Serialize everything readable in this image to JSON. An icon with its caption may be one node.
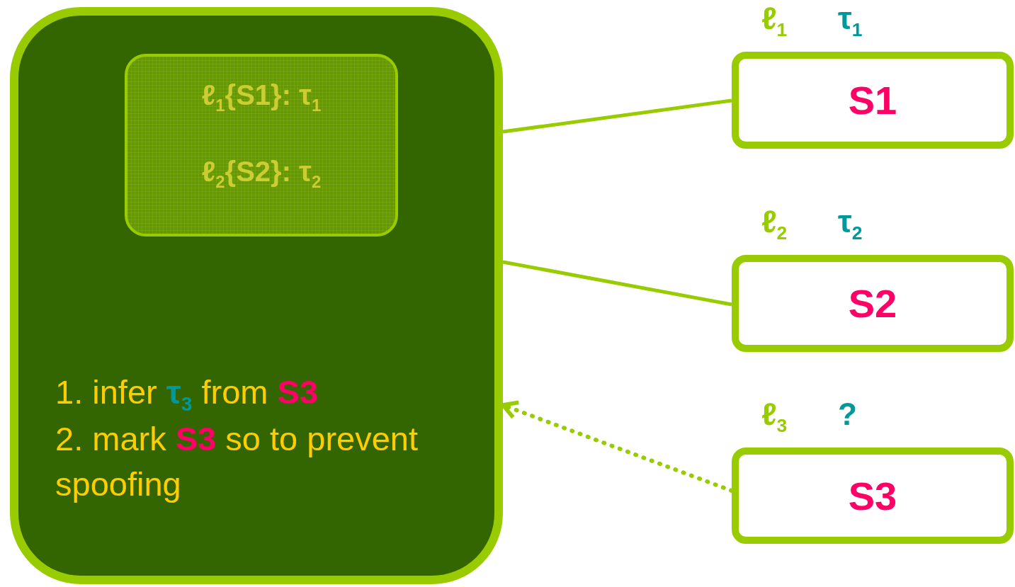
{
  "diagram": {
    "nodes": [
      {
        "text": [
          "1. infer **τ$_{3}$** from **S3**",
          "2. mark **S3** so to prevent spoofing"
        ]
      },
      {
        "text": [
          "ℓ$_{1}${S1}: τ$_{1}$",
          "ℓ$_{2}${S2}: τ$_{2}$"
        ],
        "in": 0
      },
      {
        "text": [
          "S1"
        ],
        "beside": [
          "ℓ$_{1}$",
          "τ$_{1}$"
        ]
      },
      {
        "text": [
          "S2"
        ],
        "beside": [
          "ℓ$_{2}$",
          "τ$_{2}$"
        ]
      },
      {
        "text": [
          "S3"
        ],
        "beside": [
          "ℓ$_{3}$",
          "?"
        ]
      }
    ],
    "edges": [
      {
        "from": 0,
        "to": 2,
        "arrow": "none"
      },
      {
        "from": 0,
        "to": 3,
        "arrow": "none"
      },
      {
        "from": 4,
        "to": 0,
        "arrow": "to",
        "style": "dashed"
      }
    ]
  }
}
